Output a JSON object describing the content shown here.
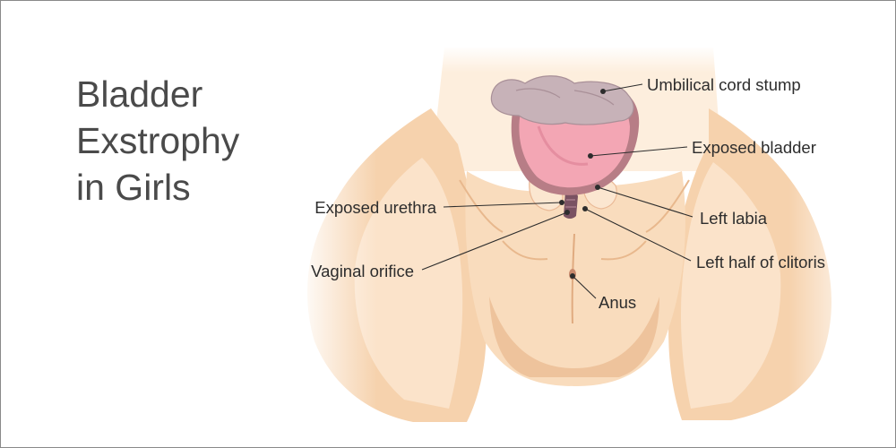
{
  "title": {
    "line1": "Bladder",
    "line2": "Exstrophy",
    "line3": "in Girls"
  },
  "labels": {
    "umbilical": "Umbilical cord stump",
    "bladder": "Exposed bladder",
    "urethra": "Exposed urethra",
    "labia": "Left labia",
    "vaginal": "Vaginal orifice",
    "clitoris": "Left half of clitoris",
    "anus": "Anus"
  },
  "colors": {
    "skin_light": "#fdeedd",
    "skin_mid": "#f6d2ad",
    "skin_shadow": "#e8b88d",
    "bladder_pink": "#f3a6b4",
    "bladder_dark": "#b77d86",
    "stump": "#c7b2b8",
    "text": "#4a4a4a"
  }
}
